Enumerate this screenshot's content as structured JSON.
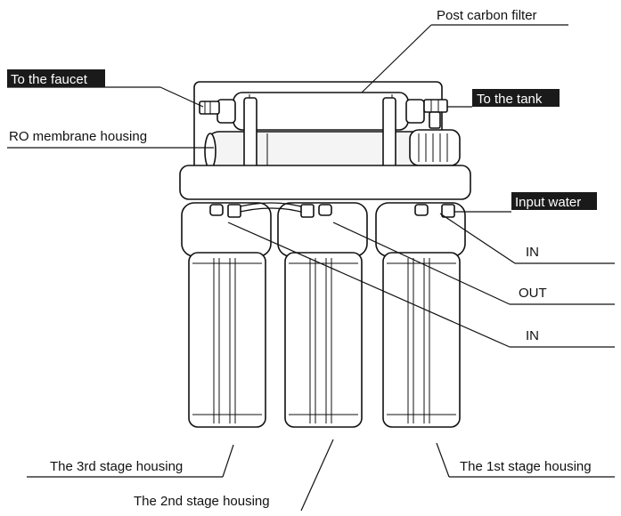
{
  "labels": {
    "post_carbon_filter": "Post carbon filter",
    "to_the_faucet": "To the faucet",
    "to_the_tank": "To the tank",
    "ro_membrane_housing": "RO membrane housing",
    "input_water": "Input water",
    "in_1": "IN",
    "out": "OUT",
    "in_2": "IN",
    "stage_3_housing": "The 3rd stage housing",
    "stage_2_housing": "The 2nd stage housing",
    "stage_1_housing": "The 1st stage housing"
  },
  "colors": {
    "ink": "#111111",
    "label_box": "#1a1a1a",
    "paper": "#ffffff"
  }
}
